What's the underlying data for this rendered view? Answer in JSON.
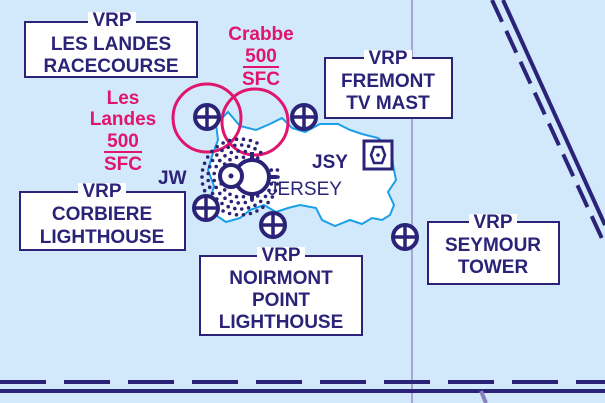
{
  "colors": {
    "water": "#d2e9fb",
    "land": "#ffffff",
    "coast": "#1aa0e8",
    "ink": "#2b2378",
    "restricted": "#e0156e",
    "meridian": "#9a90c0"
  },
  "vrps": [
    {
      "tag": "VRP",
      "lines": [
        "LES LANDES",
        "RACECOURSE"
      ]
    },
    {
      "tag": "VRP",
      "lines": [
        "FREMONT",
        "TV MAST"
      ]
    },
    {
      "tag": "VRP",
      "lines": [
        "CORBIERE",
        "LIGHTHOUSE"
      ]
    },
    {
      "tag": "VRP",
      "lines": [
        "NOIRMONT",
        "POINT",
        "LIGHTHOUSE"
      ]
    },
    {
      "tag": "VRP",
      "lines": [
        "SEYMOUR",
        "TOWER"
      ]
    }
  ],
  "restricted_areas": [
    {
      "name": "Crabbe",
      "upper": "500",
      "lower": "SFC"
    },
    {
      "name_lines": [
        "Les",
        "Landes"
      ],
      "upper": "500",
      "lower": "SFC"
    }
  ],
  "airfields": [
    {
      "code": "JW",
      "icon": "airfield-icon"
    },
    {
      "code": "JSY",
      "icon": "navaid-vor-dme-icon"
    }
  ],
  "island": {
    "name": "JERSEY"
  }
}
